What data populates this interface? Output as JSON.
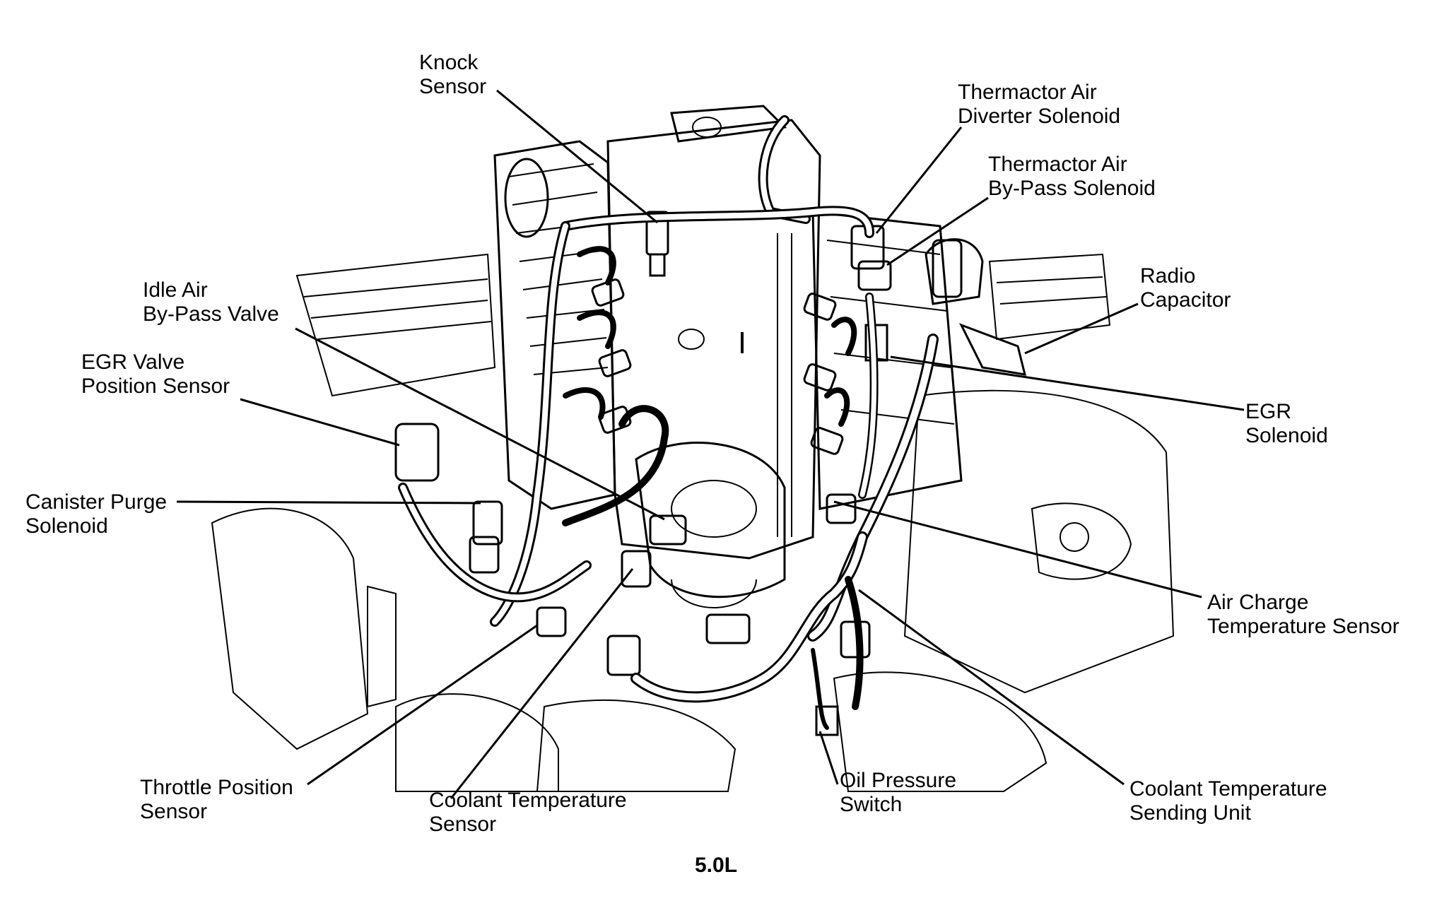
{
  "diagram": {
    "caption": "5.0L",
    "labels": {
      "knock_sensor": [
        "Knock",
        "Sensor"
      ],
      "thermactor_diverter": [
        "Thermactor Air",
        "Diverter Solenoid"
      ],
      "thermactor_bypass": [
        "Thermactor Air",
        "By-Pass Solenoid"
      ],
      "radio_capacitor": [
        "Radio",
        "Capacitor"
      ],
      "idle_air_bypass": [
        "Idle Air",
        "By-Pass Valve"
      ],
      "egr_valve_position": [
        "EGR Valve",
        "Position Sensor"
      ],
      "egr_solenoid": [
        "EGR",
        "Solenoid"
      ],
      "canister_purge": [
        "Canister Purge",
        "Solenoid"
      ],
      "air_charge_temp": [
        "Air Charge",
        "Temperature Sensor"
      ],
      "throttle_position": [
        "Throttle Position",
        "Sensor"
      ],
      "coolant_temp_sensor": [
        "Coolant Temperature",
        "Sensor"
      ],
      "oil_pressure": [
        "Oil Pressure",
        "Switch"
      ],
      "coolant_temp_sending": [
        "Coolant Temperature",
        "Sending Unit"
      ]
    }
  }
}
